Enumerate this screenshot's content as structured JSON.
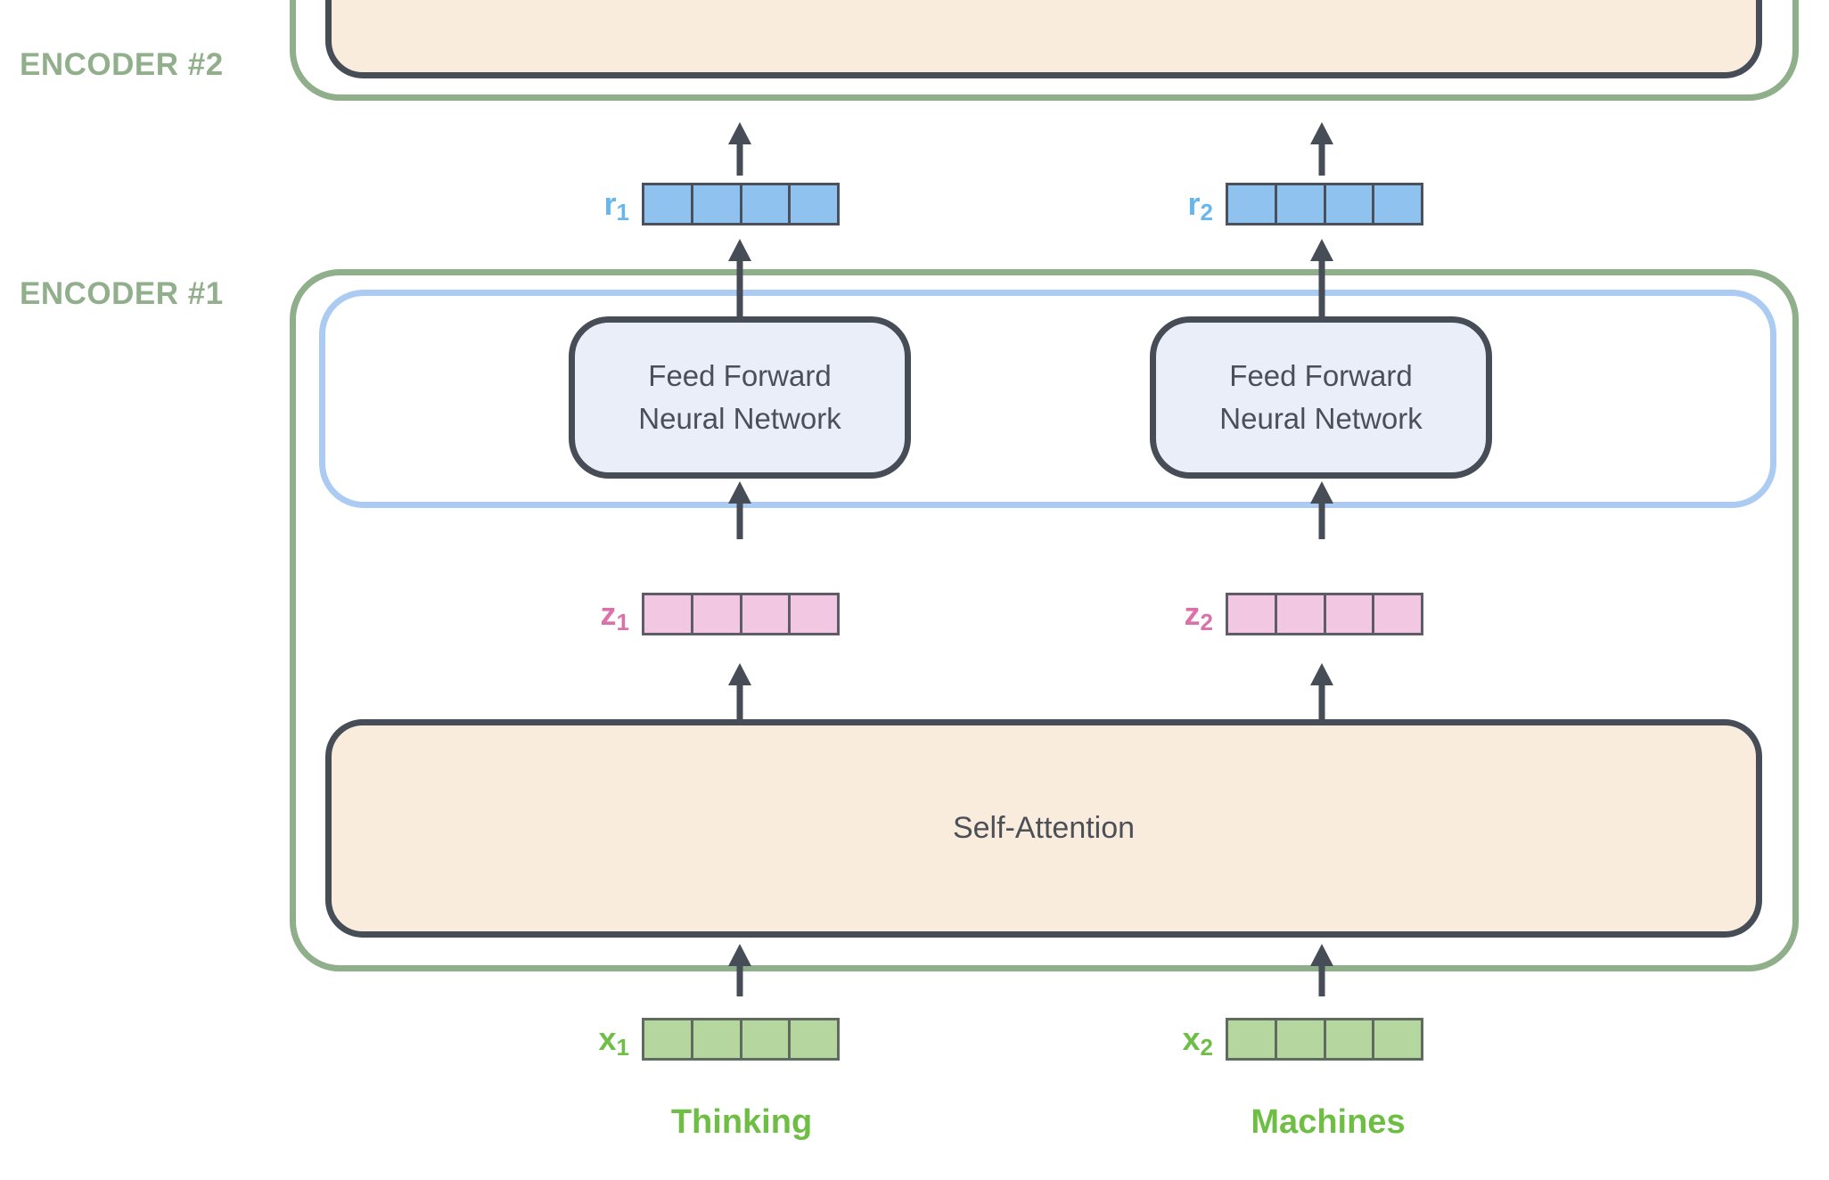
{
  "encoders": {
    "e2": {
      "label": "ENCODER #2"
    },
    "e1": {
      "label": "ENCODER #1"
    }
  },
  "blocks": {
    "ffnn": {
      "line1": "Feed Forward",
      "line2": "Neural Network"
    },
    "self_attention": {
      "label": "Self-Attention"
    }
  },
  "vectors": {
    "r1": {
      "base": "r",
      "sub": "1",
      "cells": 4
    },
    "r2": {
      "base": "r",
      "sub": "2",
      "cells": 4
    },
    "z1": {
      "base": "z",
      "sub": "1",
      "cells": 4
    },
    "z2": {
      "base": "z",
      "sub": "2",
      "cells": 4
    },
    "x1": {
      "base": "x",
      "sub": "1",
      "cells": 4
    },
    "x2": {
      "base": "x",
      "sub": "2",
      "cells": 4
    }
  },
  "words": {
    "token1": "Thinking",
    "token2": "Machines"
  },
  "colors": {
    "encoder_outline_green": "#8FAE8A",
    "encoder_label_green": "#92AF8C",
    "dark_stroke": "#474D57",
    "self_attention_fill": "#FAECDC",
    "ffnn_fill": "#E9EEF9",
    "ffnn_layer_outline_blue": "#ABCBF3",
    "r_vector_fill": "#90C2F0",
    "r_label_blue": "#67B7ED",
    "z_vector_fill": "#F2C7E1",
    "z_label_pink": "#DB71A8",
    "x_vector_fill": "#B5D79F",
    "token_green": "#6FBE44"
  }
}
